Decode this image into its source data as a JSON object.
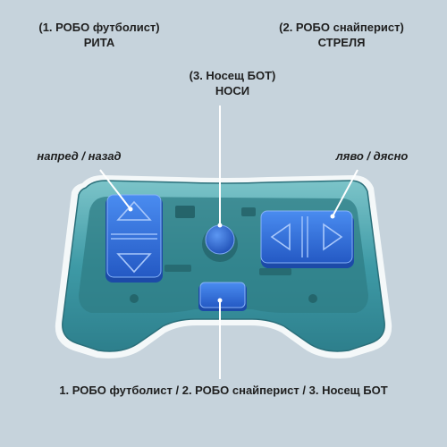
{
  "labels": {
    "robo_footballer": {
      "line1": "(1. РОБО футболист)",
      "line2": "РИТА"
    },
    "robo_sniper": {
      "line1": "(2. РОБО снайперист)",
      "line2": "СТРЕЛЯ"
    },
    "carry_bot": {
      "line1": "(3. Носещ БОТ)",
      "line2": "НОСИ"
    },
    "forward_back": "напред / назад",
    "left_right": "ляво / дясно",
    "mode_switch": "1. РОБО футболист / 2. РОБО снайперист / 3. Носещ БОТ"
  },
  "colors": {
    "background": "#c6d3dc",
    "shell": "#4aa3ad",
    "button": "#2f6fe0",
    "leader_line": "#ffffff"
  },
  "icons": {
    "forward": "triangle-up-icon",
    "back": "triangle-down-icon",
    "left": "triangle-left-icon",
    "right": "triangle-right-icon"
  }
}
